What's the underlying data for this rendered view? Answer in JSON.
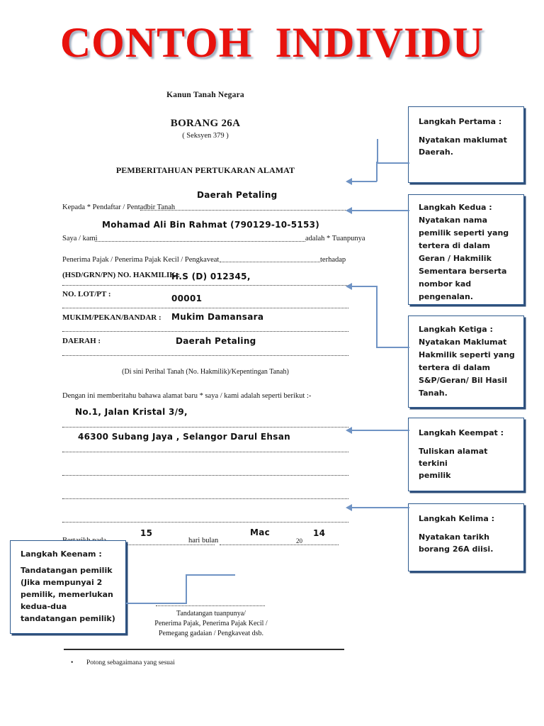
{
  "banner": {
    "title": "CONTOH  INDIVIDU",
    "color": "#e8120d"
  },
  "form": {
    "kanun": "Kanun Tanah Negara",
    "borang": "BORANG 26A",
    "seksyen": "( Seksyen 379 )",
    "judul": "PEMBERITAHUAN PERTUKARAN ALAMAT",
    "kepada_label": "Kepada * Pendaftar / Pentadbir Tanah",
    "kepada_value": "Daerah Petaling",
    "saya_label": "Saya / kami",
    "saya_value": "Mohamad Ali Bin Rahmat (790129-10-5153)",
    "saya_suffix": "adalah * Tuanpunya",
    "penerima_label": "Penerima Pajak / Penerima Pajak Kecil / Pengkaveat",
    "penerima_suffix": "terhadap",
    "hakmilik_label": "(HSD/GRN/PN) NO. HAKMILIK :",
    "hakmilik_value": "H.S (D) 012345,",
    "lot_label": "NO. LOT/PT :",
    "lot_value": "00001",
    "mukim_label": "MUKIM/PEKAN/BANDAR :",
    "mukim_value": "Mukim Damansara",
    "daerah_label": "DAERAH :",
    "daerah_value": "Daerah Petaling",
    "perihal_note": "(Di sini Perihal Tanah (No. Hakmilik)/Kepentingan Tanah)",
    "alamat_intro": "Dengan ini memberitahu bahawa alamat baru * saya / kami adalah seperti berikut :-",
    "alamat_line1": "No.1, Jalan Kristal 3/9,",
    "alamat_line2": "46300 Subang Jaya , Selangor Darul Ehsan",
    "bertarikh_label": "Bertarikh pada",
    "bertarikh_hari": "15",
    "haribulan_label": "hari bulan",
    "bulan_value": "Mac",
    "tahun_prefix": "20",
    "tahun_value": "14",
    "tandatangan_line1": "Tandatangan tuanpunya/",
    "tandatangan_line2": "Penerima Pajak, Penerima Pajak Kecil /",
    "tandatangan_line3": "Pemegang gadaian / Pengkaveat dsb.",
    "footnote": "Potong sebagaimana yang sesuai"
  },
  "notes": {
    "n1": {
      "title": "Langkah Pertama :",
      "body": "Nyatakan maklumat\nDaerah."
    },
    "n2": {
      "title": "Langkah Kedua :",
      "body": "Nyatakan nama\npemilik seperti yang\ntertera di dalam\nGeran / Hakmilik\nSementara berserta\nnombor kad\npengenalan."
    },
    "n3": {
      "title": "Langkah Ketiga :",
      "body": "Nyatakan Maklumat\nHakmilik seperti yang\ntertera di dalam\nS&P/Geran/ Bil Hasil\nTanah."
    },
    "n4": {
      "title": "Langkah Keempat :",
      "body": "Tuliskan alamat terkini\npemilik"
    },
    "n5": {
      "title": "Langkah Kelima :",
      "body": "Nyatakan tarikh\nborang 26A diisi."
    },
    "n6": {
      "title": "Langkah Keenam :",
      "body": "Tandatangan pemilik\n(Jika mempunyai  2\npemilik, memerlukan\nkedua-dua\ntandatangan pemilik)"
    }
  },
  "colors": {
    "note_border": "#2e5a8e",
    "connector": "#6f93c4",
    "shadow": "#2f4f7a"
  }
}
